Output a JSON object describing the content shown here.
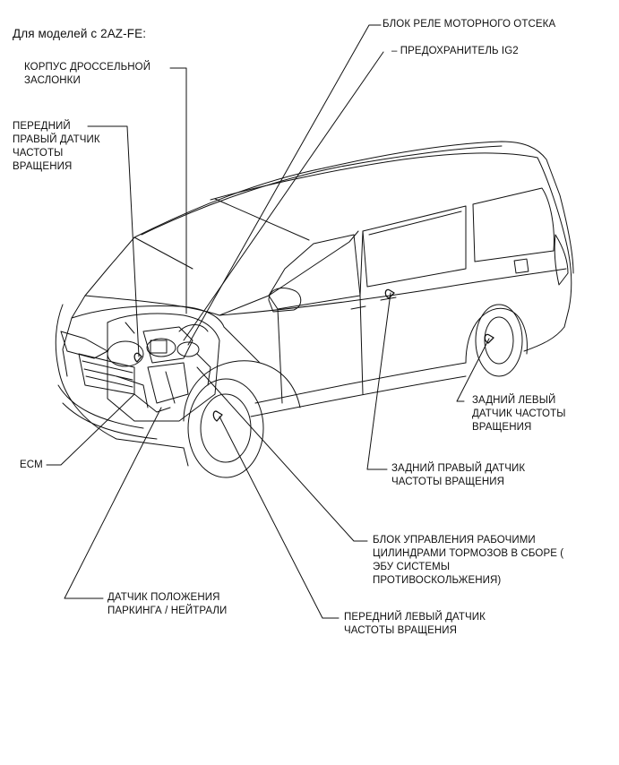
{
  "title": "Для моделей с 2AZ-FE:",
  "labels": {
    "engine_relay_block": "БЛОК РЕЛЕ МОТОРНОГО ОТСЕКА",
    "ig2_fuse": "– ПРЕДОХРАНИТЕЛЬ IG2",
    "throttle_body": "КОРПУС ДРОССЕЛЬНОЙ\nЗАСЛОНКИ",
    "front_right_speed_sensor": "ПЕРЕДНИЙ\nПРАВЫЙ ДАТЧИК\nЧАСТОТЫ\nВРАЩЕНИЯ",
    "rear_left_speed_sensor": "ЗАДНИЙ ЛЕВЫЙ\nДАТЧИК ЧАСТОТЫ\nВРАЩЕНИЯ",
    "ecm": "ECM",
    "rear_right_speed_sensor": "ЗАДНИЙ ПРАВЫЙ ДАТЧИК\nЧАСТОТЫ ВРАЩЕНИЯ",
    "brake_actuator": "БЛОК УПРАВЛЕНИЯ РАБОЧИМИ\nЦИЛИНДРАМИ ТОРМОЗОВ В СБОРЕ (\nЭБУ СИСТЕМЫ\nПРОТИВОСКОЛЬЖЕНИЯ)",
    "park_neutral_switch": "ДАТЧИК ПОЛОЖЕНИЯ\nПАРКИНГА / НЕЙТРАЛИ",
    "front_left_speed_sensor": "ПЕРЕДНИЙ ЛЕВЫЙ ДАТЧИК\nЧАСТОТЫ ВРАЩЕНИЯ"
  }
}
